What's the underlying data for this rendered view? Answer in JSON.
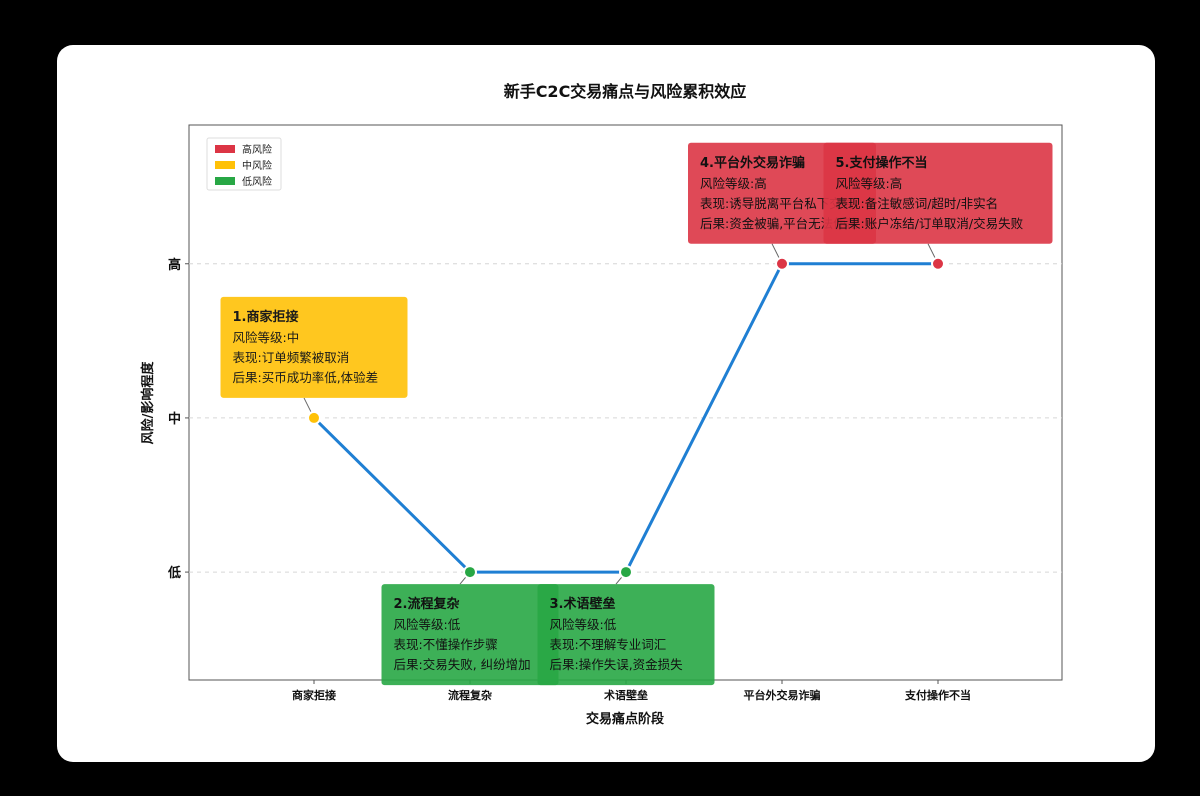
{
  "chart_data": {
    "type": "line",
    "title": "新手C2C交易痛点与风险累积效应",
    "xlabel": "交易痛点阶段",
    "ylabel": "风险/影响程度",
    "categories": [
      "商家拒接",
      "流程复杂",
      "术语壁垒",
      "平台外交易诈骗",
      "支付操作不当"
    ],
    "y_tick_labels": [
      "低",
      "中",
      "高"
    ],
    "ylim": [
      0.3,
      3.9
    ],
    "grid": true,
    "legend_position": "top-left",
    "series": [
      {
        "values": [
          2,
          1,
          1,
          3,
          3
        ],
        "point_levels": [
          "medium",
          "low",
          "low",
          "high",
          "high"
        ]
      }
    ],
    "legend": [
      {
        "key": "high",
        "label": "高风险",
        "color": "#dc3545"
      },
      {
        "key": "medium",
        "label": "中风险",
        "color": "#ffc107"
      },
      {
        "key": "low",
        "label": "低风险",
        "color": "#28a745"
      }
    ],
    "line_color": "#1f7fd3",
    "annotations": [
      {
        "level": "medium",
        "placement": "above",
        "title": "1.商家拒接",
        "lines": [
          "风险等级:中",
          "表现:订单频繁被取消",
          "后果:买币成功率低,体验差"
        ]
      },
      {
        "level": "low",
        "placement": "below",
        "title": "2.流程复杂",
        "lines": [
          "风险等级:低",
          "表现:不懂操作步骤",
          "后果:交易失败, 纠纷增加"
        ]
      },
      {
        "level": "low",
        "placement": "below",
        "title": "3.术语壁垒",
        "lines": [
          "风险等级:低",
          "表现:不理解专业词汇",
          "后果:操作失误,资金损失"
        ]
      },
      {
        "level": "high",
        "placement": "above",
        "title": "4.平台外交易诈骗",
        "lines": [
          "风险等级:高",
          "表现:诱导脱离平台私下交易",
          "后果:资金被骗,平台无法仲裁"
        ]
      },
      {
        "level": "high",
        "placement": "above",
        "title": "5.支付操作不当",
        "lines": [
          "风险等级:高",
          "表现:备注敏感词/超时/非实名",
          "后果:账户冻结/订单取消/交易失败"
        ]
      }
    ]
  }
}
